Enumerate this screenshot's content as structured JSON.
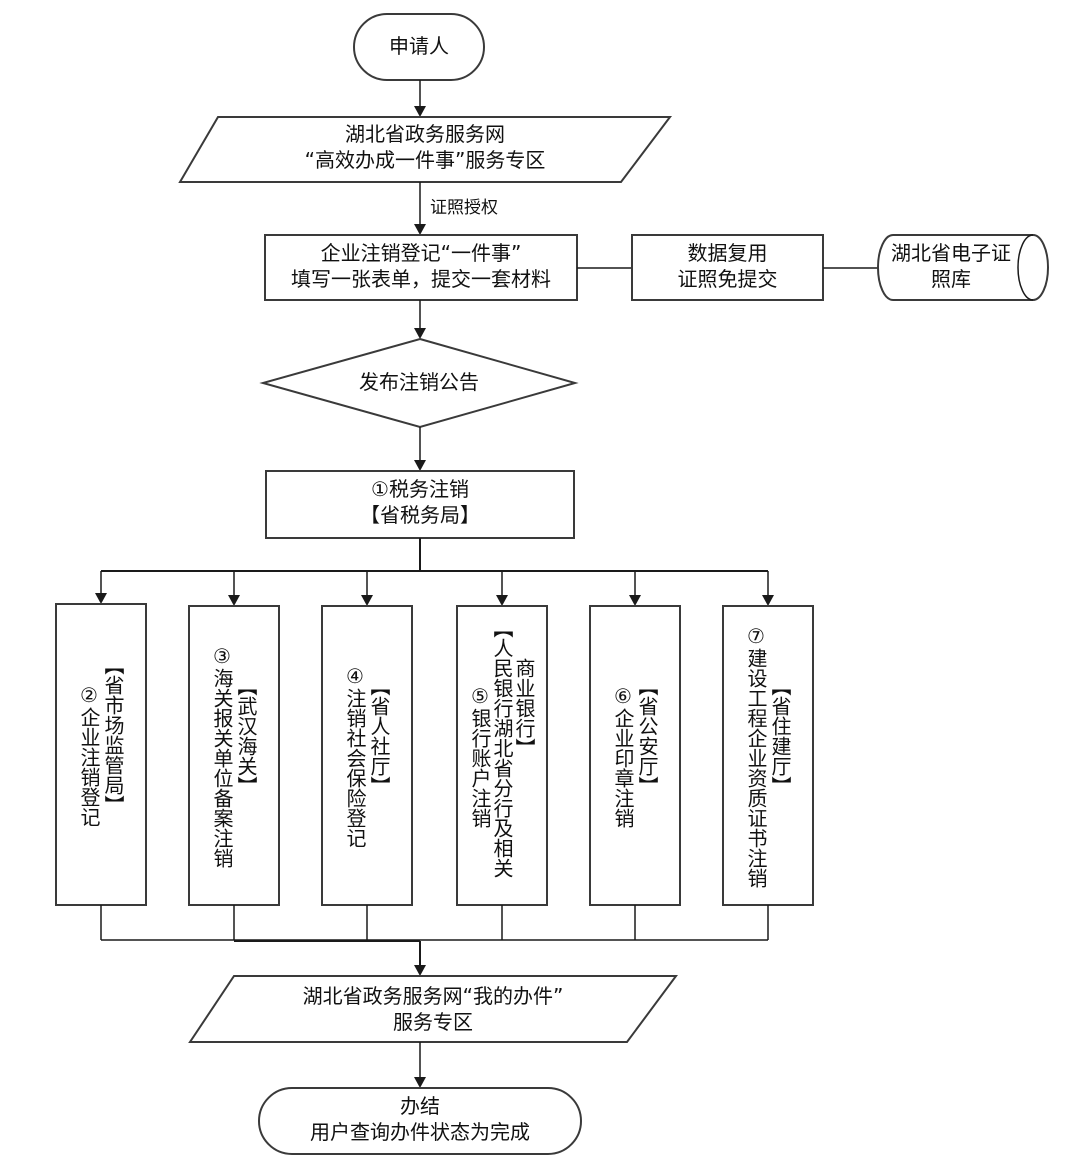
{
  "diagram": {
    "type": "flowchart",
    "nodes": {
      "applicant": {
        "shape": "terminator",
        "text": "申请人"
      },
      "portal_entry": {
        "shape": "data",
        "line1": "湖北省政务服务网",
        "line2": "“高效办成一件事”服务专区"
      },
      "edge_label_authorize": "证照授权",
      "registration": {
        "shape": "process",
        "line1": "企业注销登记“一件事”",
        "line2": "填写一张表单，提交一套材料"
      },
      "data_reuse": {
        "shape": "process",
        "line1": "数据复用",
        "line2": "证照免提交"
      },
      "license_db": {
        "shape": "database",
        "line1": "湖北省电子证",
        "line2": "照库"
      },
      "announcement": {
        "shape": "decision",
        "text": "发布注销公告"
      },
      "tax": {
        "shape": "process",
        "line1": "①税务注销",
        "line2": "【省税务局】"
      },
      "branches": [
        {
          "number": "②",
          "task": "企业注销登记",
          "agency": "【省市场监管局】"
        },
        {
          "number": "③",
          "task": "海关报关单位备案注销",
          "agency": "【武汉海关】"
        },
        {
          "number": "④",
          "task": "注销社会保险登记",
          "agency": "【省人社厅】"
        },
        {
          "number": "⑤",
          "task": "银行账户注销",
          "agency_col1": "【人民银行湖北省分行及相关",
          "agency_col2": "商业银行】"
        },
        {
          "number": "⑥",
          "task": "企业印章注销",
          "agency": "【省公安厅】"
        },
        {
          "number": "⑦",
          "task": "建设工程企业资质证书注销",
          "agency": "【省住建厅】"
        }
      ],
      "portal_result": {
        "shape": "data",
        "line1": "湖北省政务服务网“我的办件”",
        "line2": "服务专区"
      },
      "done": {
        "shape": "terminator",
        "line1": "办结",
        "line2": "用户查询办件状态为完成"
      }
    },
    "edges": [
      {
        "from": "applicant",
        "to": "portal_entry"
      },
      {
        "from": "portal_entry",
        "to": "registration",
        "label": "证照授权"
      },
      {
        "from": "registration",
        "to": "data_reuse",
        "style": "line"
      },
      {
        "from": "data_reuse",
        "to": "license_db",
        "style": "line"
      },
      {
        "from": "registration",
        "to": "announcement"
      },
      {
        "from": "announcement",
        "to": "tax"
      },
      {
        "from": "tax",
        "to": "branch-2"
      },
      {
        "from": "tax",
        "to": "branch-3"
      },
      {
        "from": "tax",
        "to": "branch-4"
      },
      {
        "from": "tax",
        "to": "branch-5"
      },
      {
        "from": "tax",
        "to": "branch-6"
      },
      {
        "from": "tax",
        "to": "branch-7"
      },
      {
        "from": "branches",
        "to": "portal_result",
        "style": "merge"
      },
      {
        "from": "portal_result",
        "to": "done"
      }
    ]
  }
}
